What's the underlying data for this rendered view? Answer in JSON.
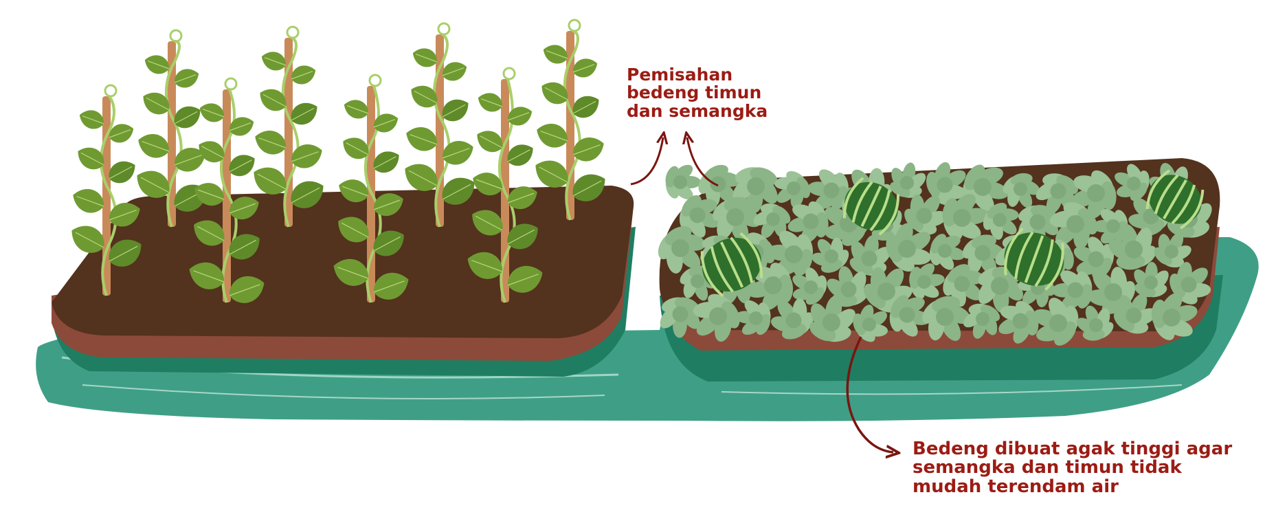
{
  "annotations": {
    "separation": {
      "lines": [
        "Pemisahan",
        "bedeng timun",
        "dan semangka"
      ]
    },
    "raised_bed": {
      "lines": [
        "Bedeng dibuat agak tinggi agar",
        "semangka dan timun tidak",
        "mudah terendam air"
      ]
    }
  },
  "colors": {
    "annotation_text": "#9b1c14",
    "arrow": "#7a1510",
    "water": "#3f9f86",
    "water_dark": "#1f7d62",
    "soil_top": "#53321e",
    "soil_side": "#8c4a3a",
    "stake": "#c98a5a",
    "cucumber_leaf": "#6f9a32",
    "cucumber_vine": "#a8cf6a",
    "watermelon_leaf": "#8bb487",
    "watermelon_fruit": "#2f6f2c",
    "watermelon_stripe": "#b9de8a"
  },
  "icons": {
    "cucumber_plant": "trellised-cucumber-icon",
    "watermelon_plant": "watermelon-plant-icon",
    "watermelon_fruit": "watermelon-icon",
    "arrow": "curved-arrow-icon"
  }
}
